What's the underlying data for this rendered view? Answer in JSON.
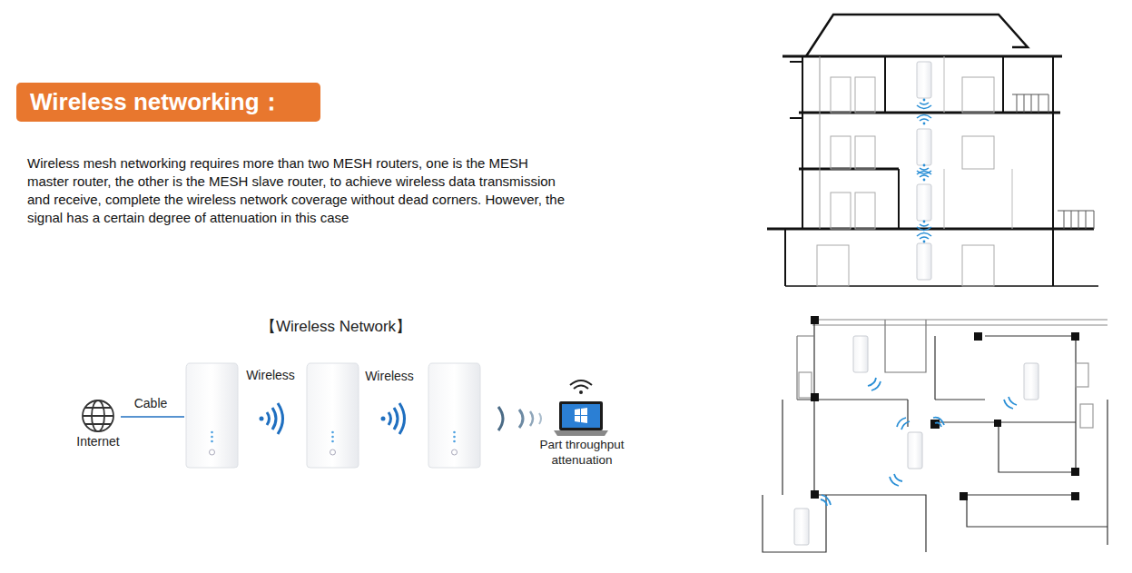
{
  "diagram": {
    "title": "Wireless networking：",
    "nodes": [
      {
        "text": [
          "Internet"
        ]
      },
      {
        "text": [
          "Part throughput attenuation"
        ]
      }
    ],
    "labels": [
      "Wireless mesh networking requires more than two MESH routers, one is the MESH master router, the other is the MESH slave router, to achieve wireless data transmission and receive, complete the wireless network coverage without dead corners. However, the signal has a certain degree of attenuation in this case",
      "【Wireless Network】",
      "Cable",
      "Wireless",
      "Wireless"
    ]
  }
}
